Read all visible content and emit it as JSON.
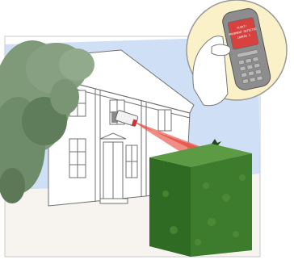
{
  "illustration": {
    "phone_screen_text": [
      "ALERT!",
      "MOVEMENT DETECTED",
      "CAMERA 1"
    ],
    "colors": {
      "sky": "#cfe0f6",
      "ground": "#f7f4ef",
      "house_line": "#707070",
      "tree": "#6f8c6a",
      "camera_beam": "#e0493c",
      "hedge": "#3d7c2d",
      "zoom_circle": "#fbf1c9",
      "phone_body": "#8d8d8d",
      "phone_screen": "#d8413d"
    }
  }
}
